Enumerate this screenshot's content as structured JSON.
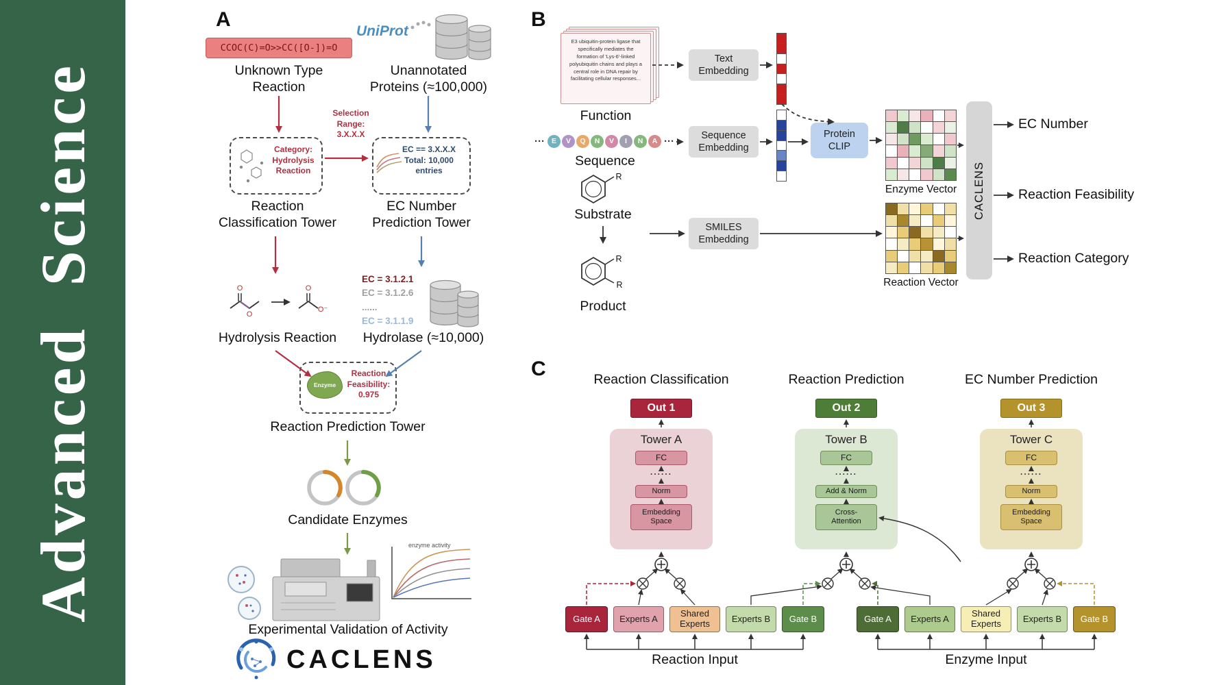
{
  "sidebar": {
    "journal": "Advanced Science"
  },
  "colors": {
    "sidebar": "#356449",
    "out1": "#a8253c",
    "out2": "#4e7d38",
    "out3": "#b4922c"
  },
  "panel_a": {
    "label": "A",
    "smiles_box": "CCOC(C)=O>>CC([O-])=O",
    "unknown_reaction": "Unknown Type\nReaction",
    "uniprot_logo": "UniProt",
    "unannotated": "Unannotated\nProteins (≈100,000)",
    "selection_range": "Selection\nRange:\n3.X.X.X",
    "category_box": "Category:\nHydrolysis\nReaction",
    "ec_range_box": "EC == 3.X.X.X\nTotal: 10,000\nentries",
    "classification_tower": "Reaction\nClassification Tower",
    "ec_tower": "EC Number\nPrediction Tower",
    "ec_item_1": "EC = 3.1.2.1",
    "ec_item_2": "EC = 3.1.2.6",
    "ec_item_dots": "......",
    "ec_item_3": "EC = 3.1.1.9",
    "hydrolysis_reaction": "Hydrolysis Reaction",
    "hydrolase": "Hydrolase (≈10,000)",
    "enzyme_blob": "Enzyme",
    "feasibility": "Reaction\nFeasibility:\n0.975",
    "prediction_tower": "Reaction Prediction Tower",
    "candidate_enzymes": "Candidate Enzymes",
    "activity_plot": "enzyme activity",
    "validation": "Experimental Validation of Activity",
    "brand": "CACLENS"
  },
  "panel_b": {
    "label": "B",
    "function_card": "E3 ubiquitin-protein ligase that specifically mediates the formation of 'Lys-6'-linked polyubiquitin chains and plays a central role in DNA repair by facilitating cellular responses...",
    "function": "Function",
    "text_embedding": "Text\nEmbedding",
    "sequence": "Sequence",
    "sequence_embedding": "Sequence\nEmbedding",
    "ellipsis": "···",
    "chips": [
      {
        "t": "E",
        "c": "#6fb3c0"
      },
      {
        "t": "V",
        "c": "#b094c8"
      },
      {
        "t": "Q",
        "c": "#e8a868"
      },
      {
        "t": "N",
        "c": "#84b87c"
      },
      {
        "t": "V",
        "c": "#d488a8"
      },
      {
        "t": "I",
        "c": "#a0a0b0"
      },
      {
        "t": "N",
        "c": "#84b87c"
      },
      {
        "t": "A",
        "c": "#d88a8a"
      }
    ],
    "protein_clip": "Protein\nCLIP",
    "enzyme_vector": "Enzyme Vector",
    "substrate": "Substrate",
    "product": "Product",
    "r": "R",
    "smiles_embedding": "SMILES\nEmbedding",
    "reaction_vector": "Reaction Vector",
    "caclens": "CACLENS",
    "out_ec": "EC Number",
    "out_feasibility": "Reaction Feasibility",
    "out_category": "Reaction Category",
    "text_vec": {
      "cols": 1,
      "cells": [
        "#c42020",
        "#c42020",
        "#ffffff",
        "#c42020",
        "#ffffff",
        "#c42020",
        "#c42020"
      ]
    },
    "seq_vec": {
      "cols": 1,
      "cells": [
        "#ffffff",
        "#27449a",
        "#27449a",
        "#ffffff",
        "#6a85c4",
        "#27449a",
        "#ffffff"
      ]
    },
    "enzyme_vec": {
      "cols": 6,
      "cells": [
        "#efc9cd",
        "#d9ecd1",
        "#f7e6e8",
        "#e9b2ba",
        "#ffffff",
        "#f3d4d7",
        "#d9ecd1",
        "#4e7e46",
        "#cfe4c6",
        "#ffffff",
        "#f3d4d7",
        "#eaf2e6",
        "#f7e6e8",
        "#cfe4c6",
        "#6f9a60",
        "#d9ecd1",
        "#ffffff",
        "#efc9cd",
        "#ffffff",
        "#e9b2ba",
        "#d9ecd1",
        "#87ab78",
        "#f3d4d7",
        "#cfe4c6",
        "#efc9cd",
        "#ffffff",
        "#f3d4d7",
        "#cfe4c6",
        "#4e7e46",
        "#eaf2e6",
        "#d9ecd1",
        "#f7e6e8",
        "#ffffff",
        "#efc9cd",
        "#cfe4c6",
        "#5a8a4e"
      ]
    },
    "reaction_vec": {
      "cols": 6,
      "cells": [
        "#8a6a20",
        "#f0e0a8",
        "#fff6dc",
        "#e8cc78",
        "#ffffff",
        "#f0e0a8",
        "#f0e0a8",
        "#a8882c",
        "#f6ecc4",
        "#ffffff",
        "#e8cc78",
        "#fff6dc",
        "#fff6dc",
        "#e8cc78",
        "#8a6a20",
        "#f0e0a8",
        "#f6ecc4",
        "#ffffff",
        "#ffffff",
        "#f6ecc4",
        "#e8cc78",
        "#b89234",
        "#fff6dc",
        "#f0e0a8",
        "#e8cc78",
        "#ffffff",
        "#f0e0a8",
        "#f6ecc4",
        "#8a6a20",
        "#e8cc78",
        "#f6ecc4",
        "#e8cc78",
        "#ffffff",
        "#f0e0a8",
        "#e8cc78",
        "#a8882c"
      ]
    }
  },
  "panel_c": {
    "label": "C",
    "headers": [
      "Reaction Classification",
      "Reaction Prediction",
      "EC Number Prediction"
    ],
    "outs": [
      "Out 1",
      "Out 2",
      "Out 3"
    ],
    "towers": [
      {
        "title": "Tower A",
        "fc": "FC",
        "dots": "......",
        "mid": "Norm",
        "bottom": "Embedding\nSpace"
      },
      {
        "title": "Tower B",
        "fc": "FC",
        "dots": "......",
        "mid": "Add & Norm",
        "bottom": "Cross-\nAttention"
      },
      {
        "title": "Tower C",
        "fc": "FC",
        "dots": "......",
        "mid": "Norm",
        "bottom": "Embedding\nSpace"
      }
    ],
    "reaction_boxes": [
      "Gate A",
      "Experts A",
      "Shared\nExperts",
      "Experts B",
      "Gate B"
    ],
    "enzyme_boxes": [
      "Gate A",
      "Experts A",
      "Shared\nExperts",
      "Experts B",
      "Gate B"
    ],
    "reaction_input": "Reaction Input",
    "enzyme_input": "Enzyme Input"
  }
}
